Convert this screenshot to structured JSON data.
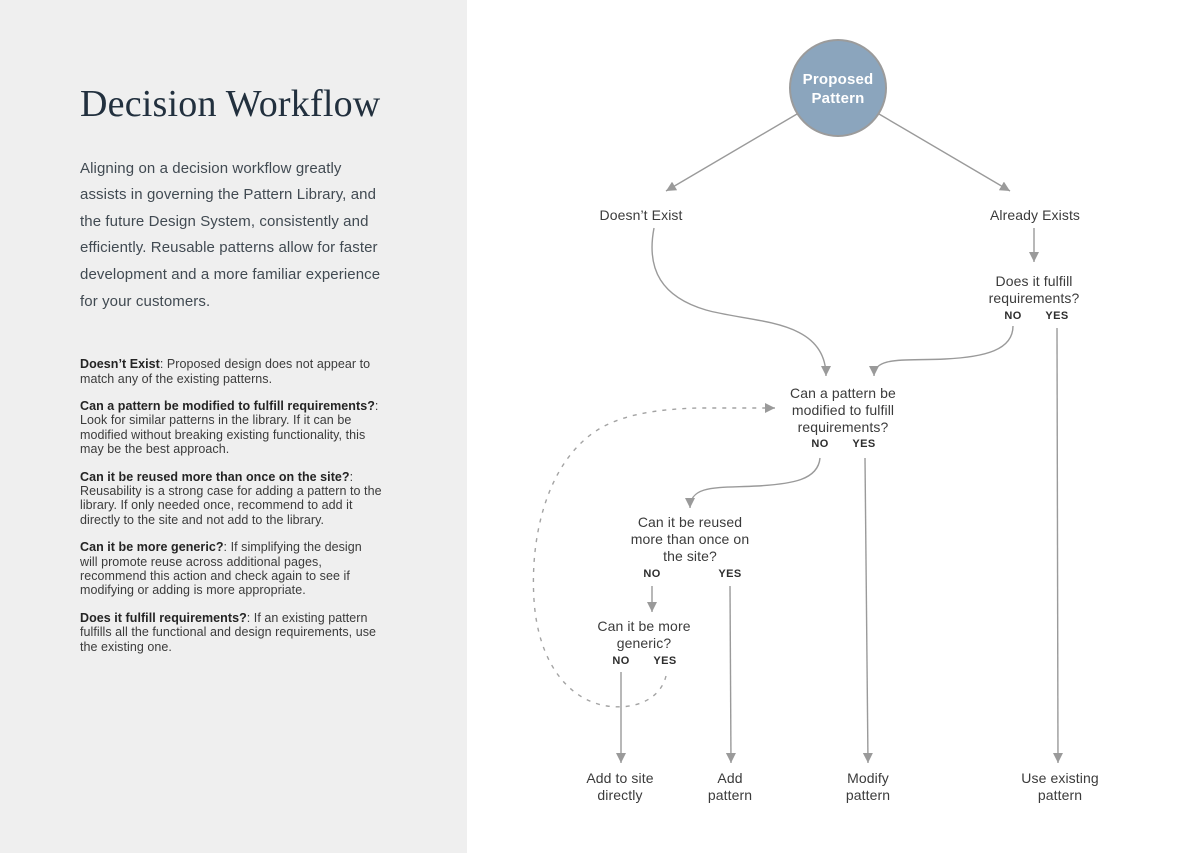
{
  "page": {
    "background_left": "#efefef",
    "background_right": "#ffffff"
  },
  "sidebar": {
    "title": "Decision Workflow",
    "intro": "Aligning on a decision workflow greatly assists in governing the Pattern Library, and the future Design System, consistently and efficiently. Reusable patterns allow for faster development and a more familiar experience for your customers.",
    "definitions": [
      {
        "term": "Doesn’t Exist",
        "description": ": Proposed design does not appear to match any of the existing patterns."
      },
      {
        "term": "Can a pattern be modified to fulfill requirements?",
        "description": ": Look for similar patterns in the library. If it can be modified without breaking existing functionality, this may be the best approach."
      },
      {
        "term": "Can it be reused more than once on the site?",
        "description": ": Reusability is a strong case for adding a pattern to the library. If only needed once, recommend to add it directly to the site and not add to the library."
      },
      {
        "term": "Can it be more generic?",
        "description": ": If simplifying the design will promote reuse across additional pages, recommend this action and check again to see if modifying or adding is more appropriate."
      },
      {
        "term": "Does it fulfill requirements?",
        "description": ": If an existing pattern fulfills all the functional and design requirements, use the existing one."
      }
    ]
  },
  "flowchart": {
    "colors": {
      "node_fill": "#8ba5bd",
      "node_stroke": "#9b9b9b",
      "line": "#9a9a9a",
      "dashed_line": "#a3a3a3",
      "node_text": "#ffffff",
      "label_text": "#3b3b3b"
    },
    "root": {
      "label": "Proposed Pattern"
    },
    "branch_left": {
      "label": "Doesn’t Exist"
    },
    "branch_right": {
      "label": "Already Exists"
    },
    "decisions": {
      "fulfill": {
        "question": "Does it fulfill requirements?",
        "no": "NO",
        "yes": "YES"
      },
      "modified": {
        "question": "Can a pattern be modified to fulfill requirements?",
        "no": "NO",
        "yes": "YES"
      },
      "reused": {
        "question": "Can it be reused more than once on the site?",
        "no": "NO",
        "yes": "YES"
      },
      "generic": {
        "question": "Can it be more generic?",
        "no": "NO",
        "yes": "YES"
      }
    },
    "outcomes": {
      "add_site": "Add to site directly",
      "add_pattern": "Add pattern",
      "modify_pattern": "Modify pattern",
      "use_existing": "Use existing pattern"
    }
  }
}
